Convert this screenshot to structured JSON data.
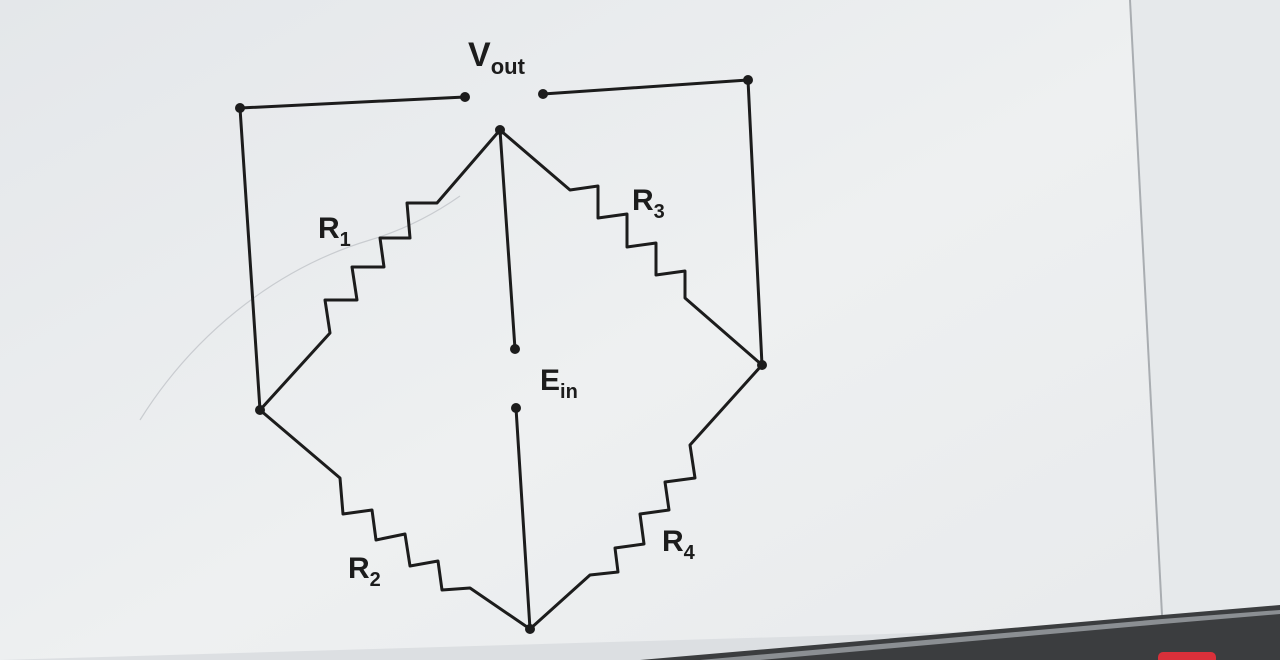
{
  "diagram": {
    "output_label": {
      "main": "V",
      "sub": "out"
    },
    "input_label": {
      "main": "E",
      "sub": "in"
    },
    "resistors": [
      {
        "main": "R",
        "sub": "1"
      },
      {
        "main": "R",
        "sub": "2"
      },
      {
        "main": "R",
        "sub": "3"
      },
      {
        "main": "R",
        "sub": "4"
      }
    ]
  },
  "colors": {
    "page": "#eef0f1",
    "side_panel": "#e6e9eb",
    "ink": "#1c1c1c",
    "bezel": "#3b3d3f",
    "red_accent": "#d9303a"
  }
}
